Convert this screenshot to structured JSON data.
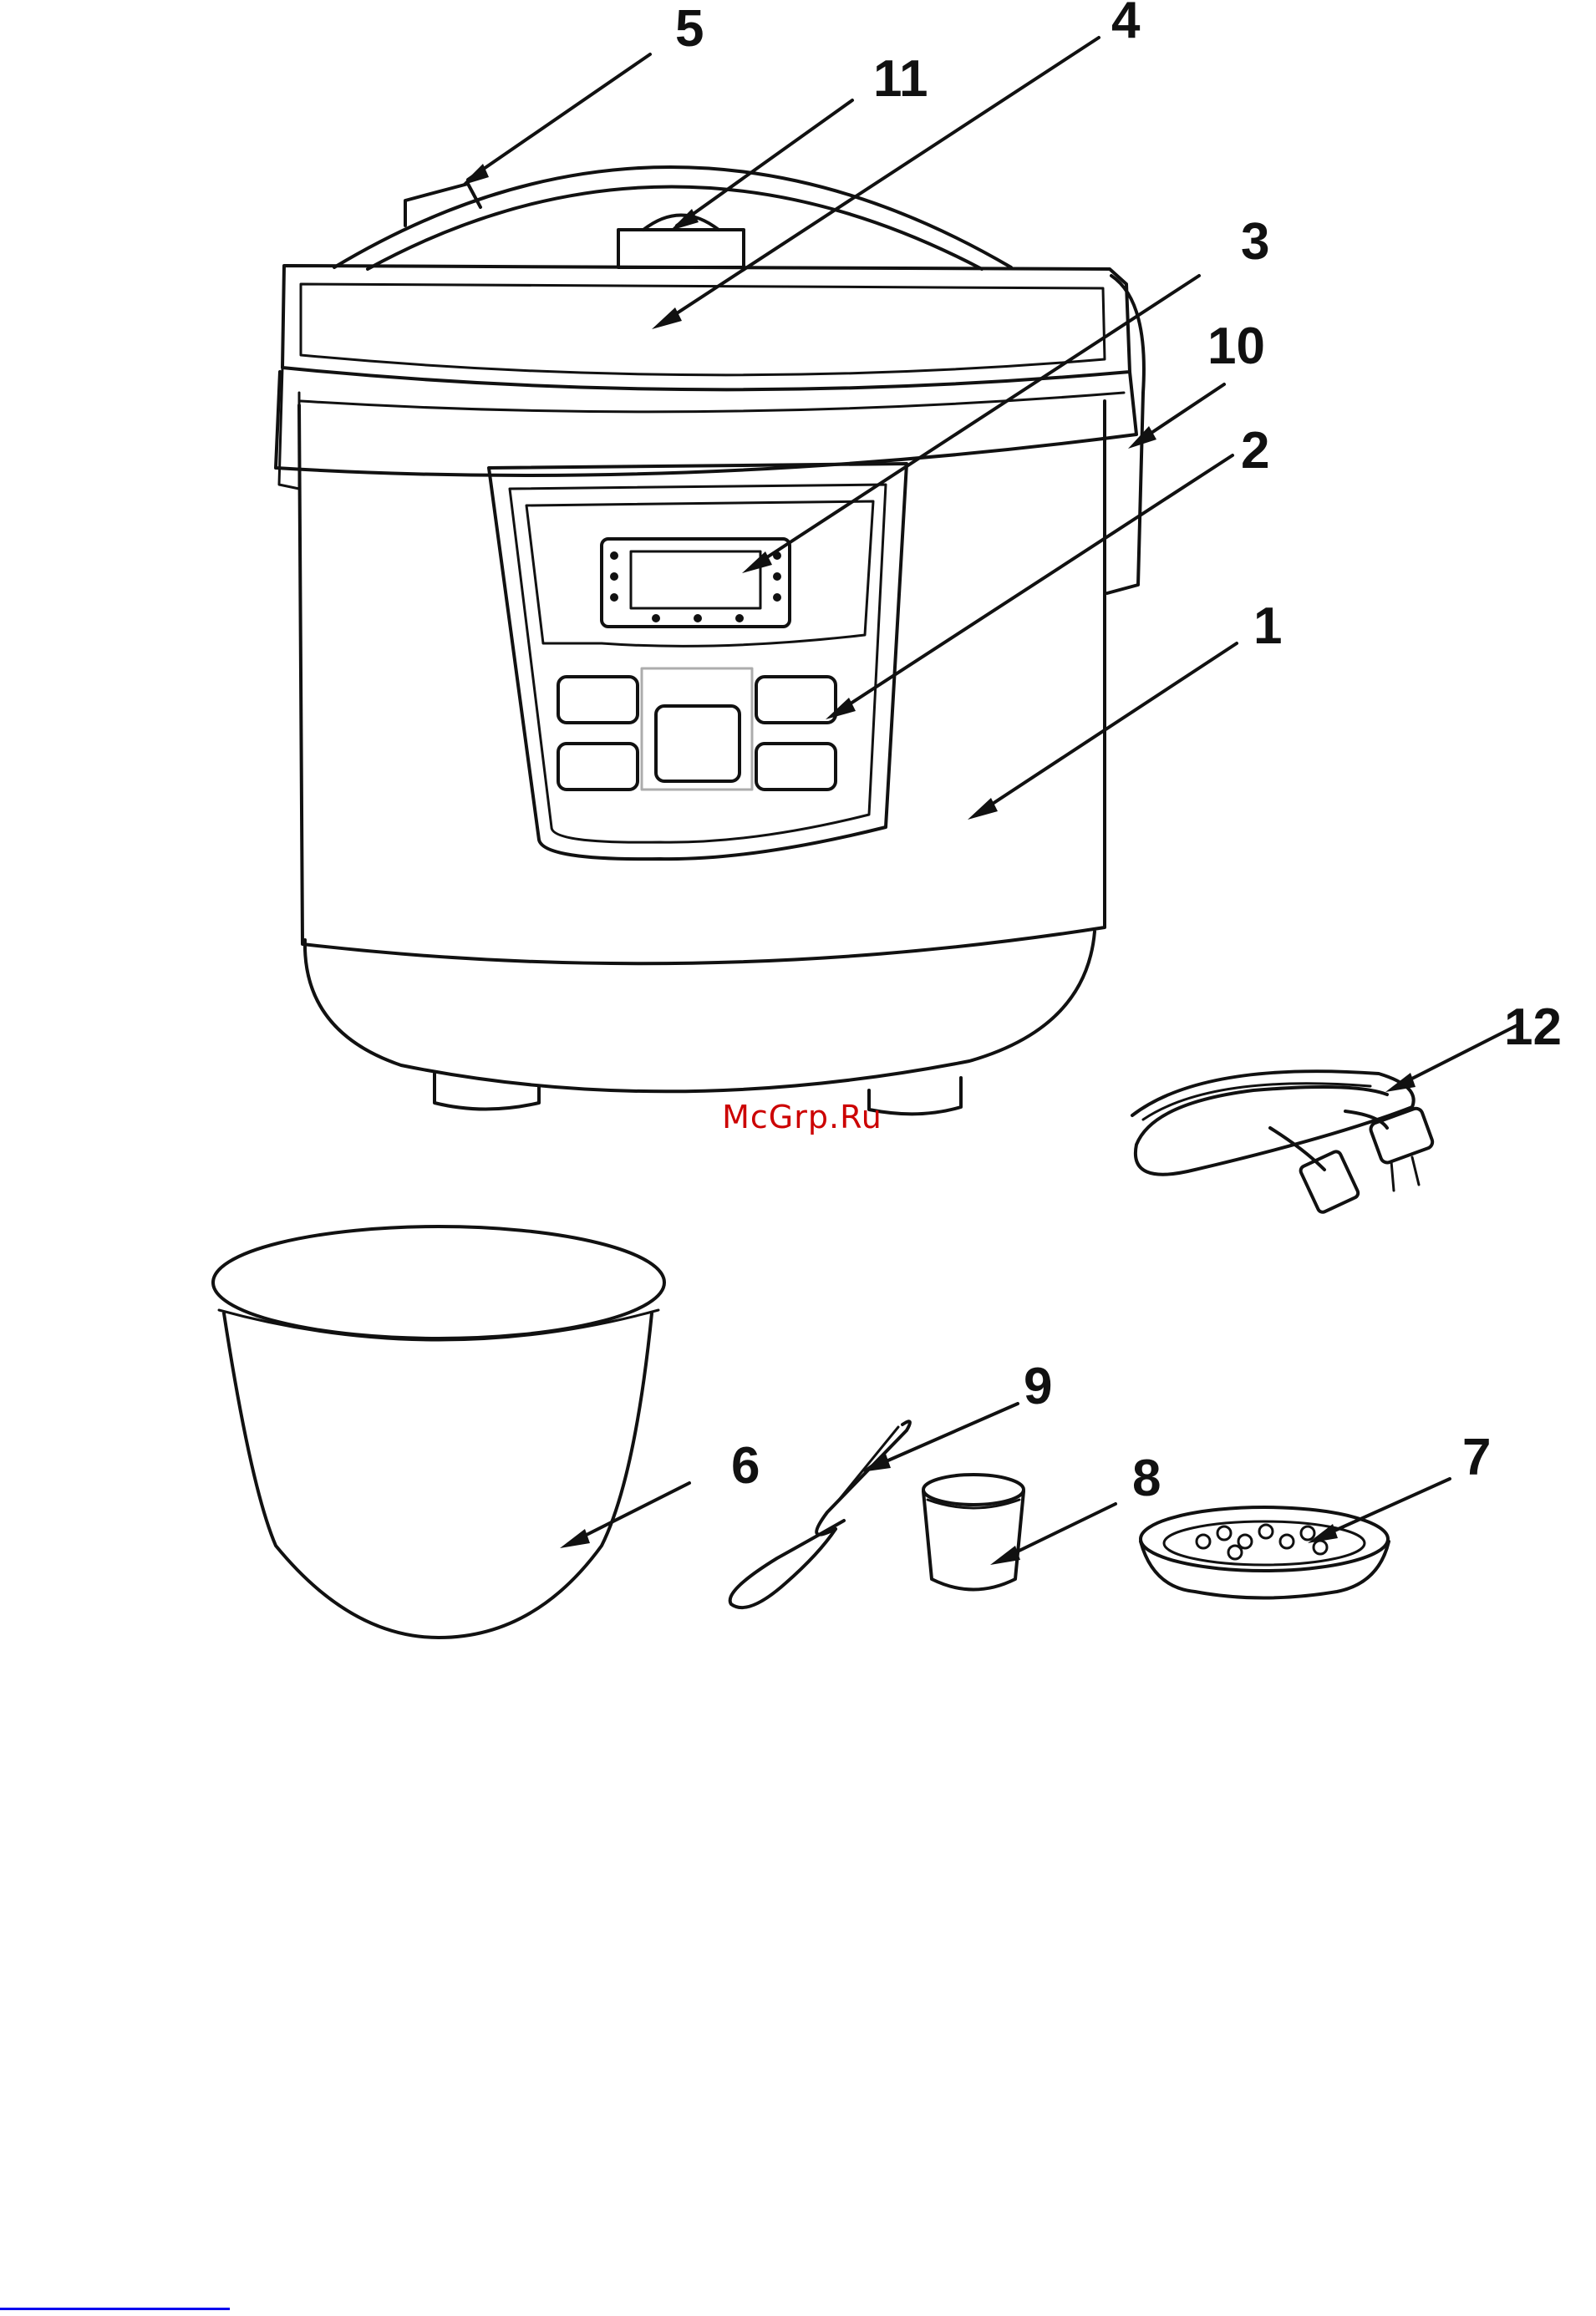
{
  "watermark": {
    "text": "McGrp.Ru",
    "color": "#cc0000"
  },
  "colors": {
    "ink": "#111111",
    "footer_rule": "#0000ee"
  },
  "callouts": [
    {
      "id": "c1",
      "number": "1",
      "points_to": "body"
    },
    {
      "id": "c2",
      "number": "2",
      "points_to": "control-buttons"
    },
    {
      "id": "c3",
      "number": "3",
      "points_to": "lcd-display"
    },
    {
      "id": "c4",
      "number": "4",
      "points_to": "lid"
    },
    {
      "id": "c5",
      "number": "5",
      "points_to": "lid-release-button"
    },
    {
      "id": "c6",
      "number": "6",
      "points_to": "inner-bowl"
    },
    {
      "id": "c7",
      "number": "7",
      "points_to": "steam-tray"
    },
    {
      "id": "c8",
      "number": "8",
      "points_to": "measuring-cup"
    },
    {
      "id": "c9",
      "number": "9",
      "points_to": "spoon"
    },
    {
      "id": "c10",
      "number": "10",
      "points_to": "condensate-collector"
    },
    {
      "id": "c11",
      "number": "11",
      "points_to": "steam-valve"
    },
    {
      "id": "c12",
      "number": "12",
      "points_to": "power-cord"
    }
  ]
}
